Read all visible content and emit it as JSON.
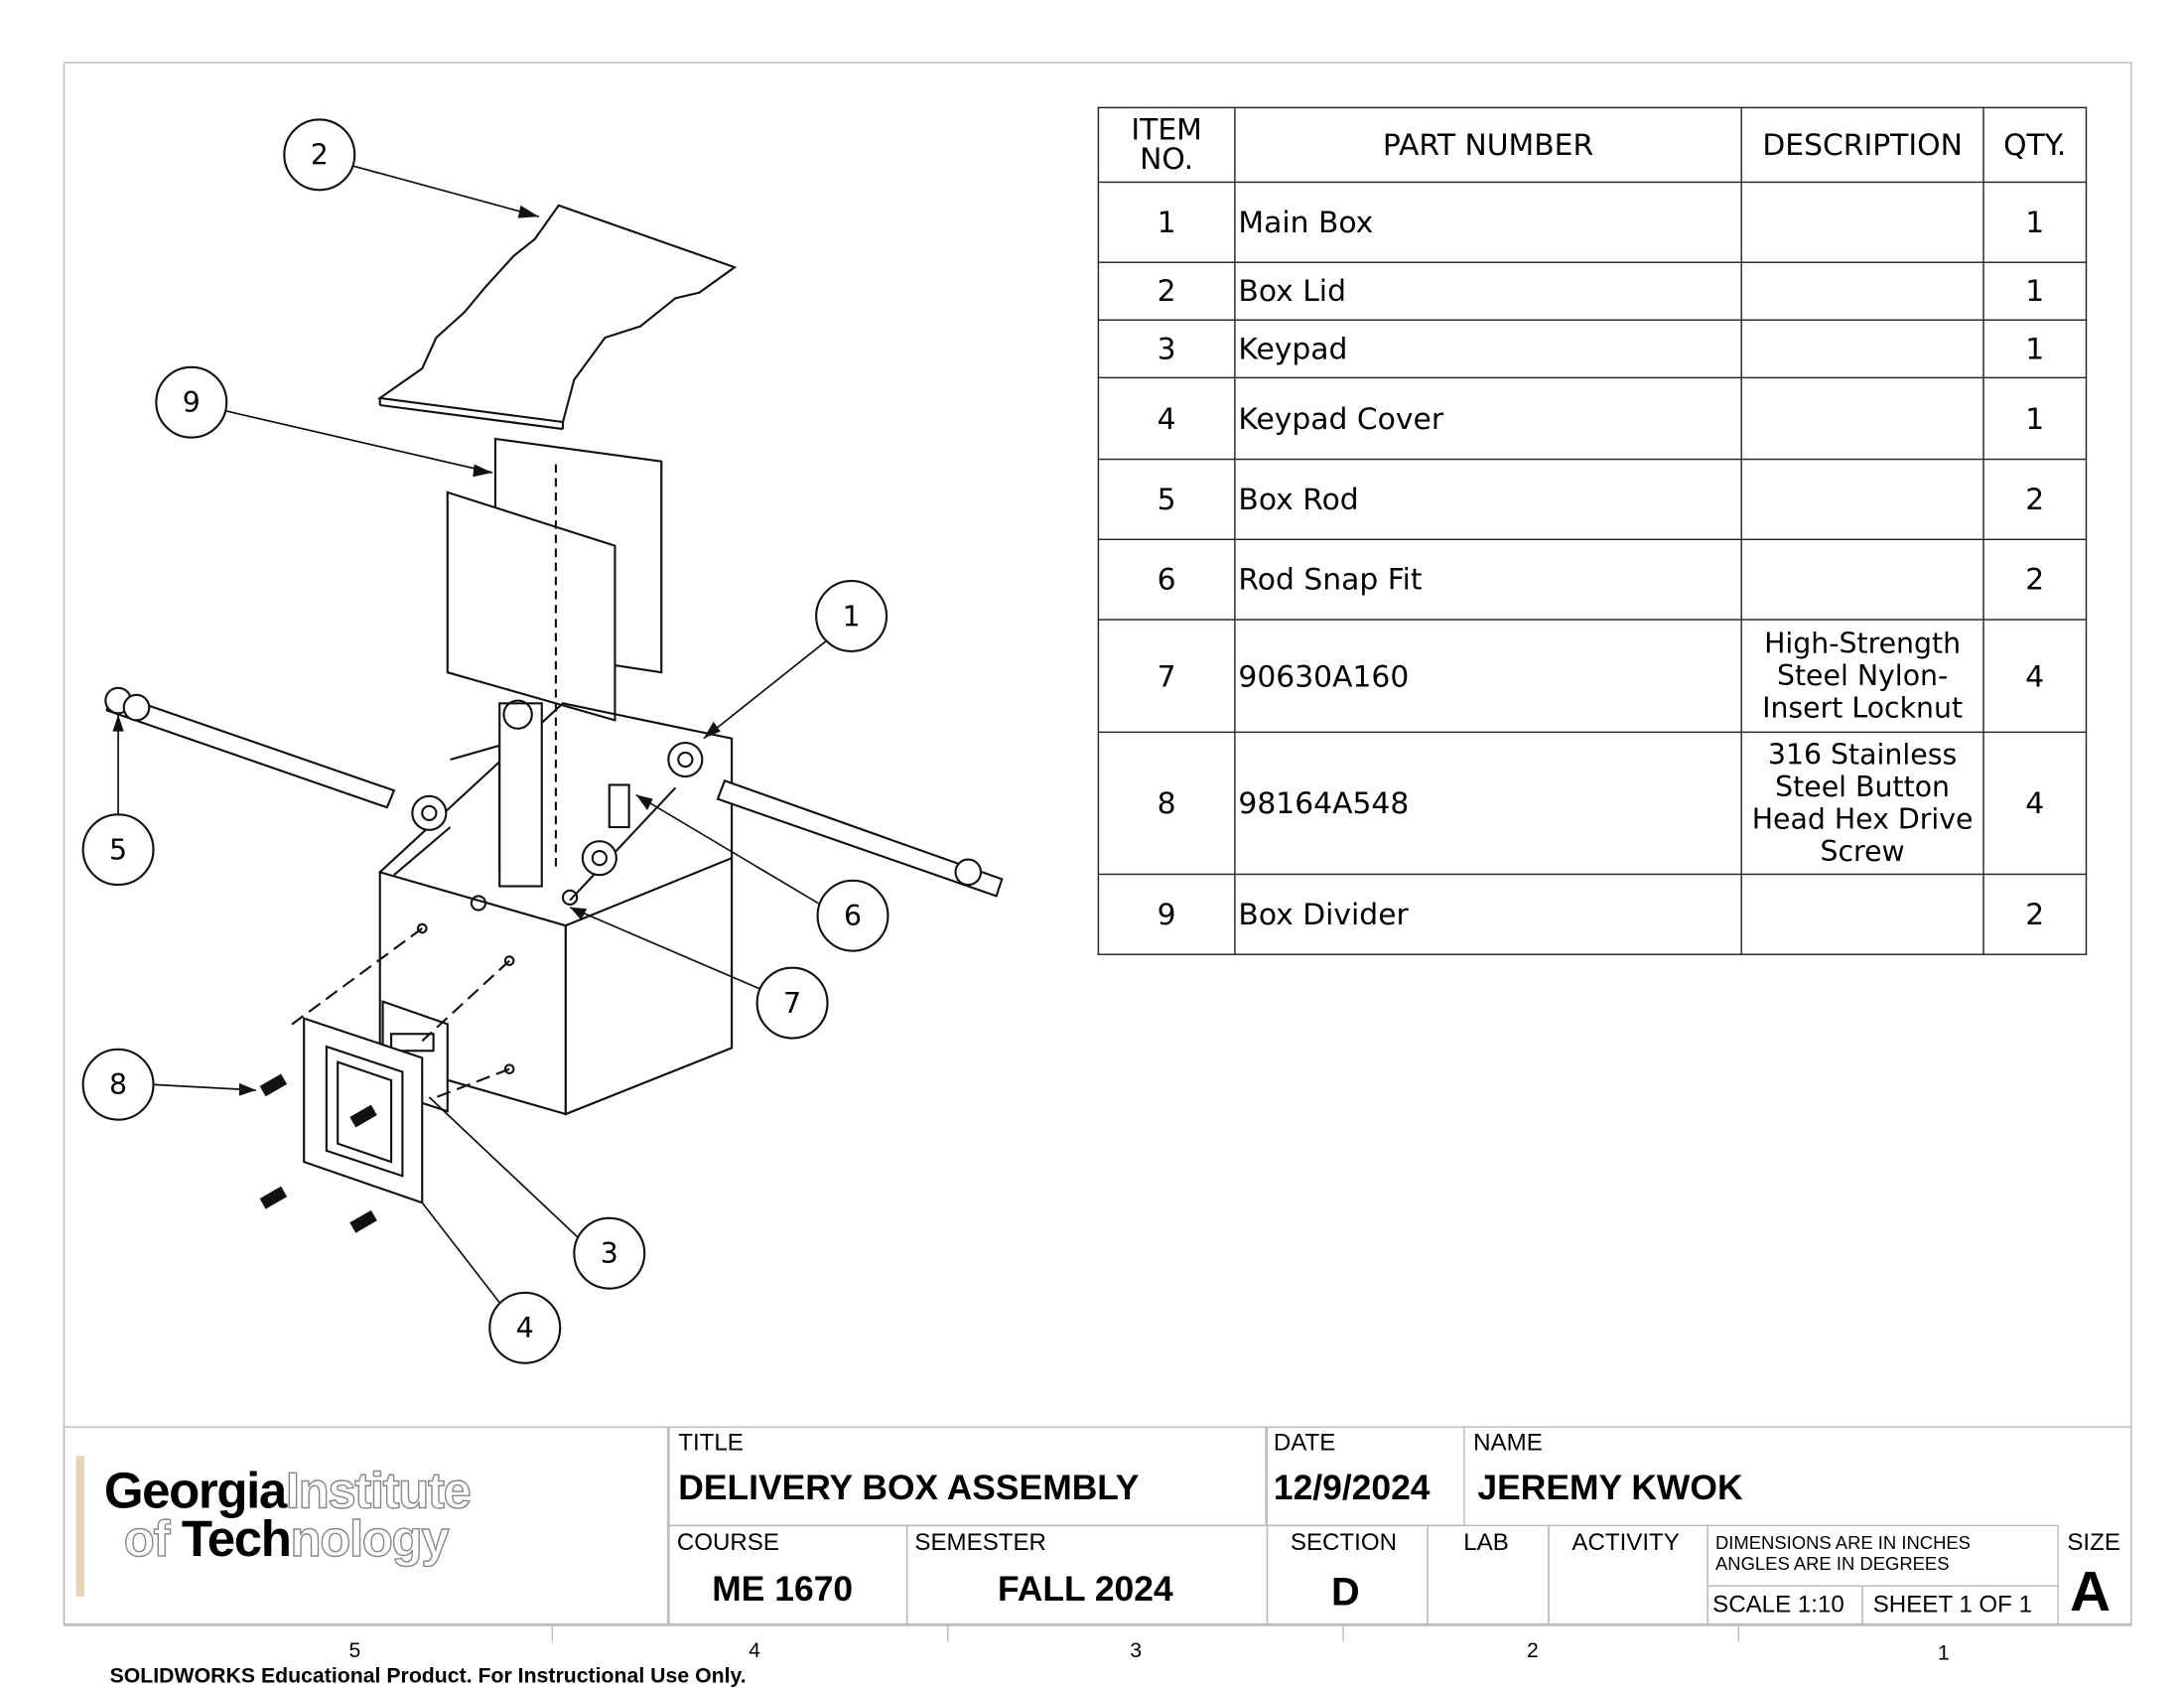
{
  "bom": {
    "headers": {
      "item_no": "ITEM NO.",
      "part_number": "PART NUMBER",
      "description": "DESCRIPTION",
      "qty": "QTY."
    },
    "rows": [
      {
        "item": "1",
        "part": "Main Box",
        "description": "",
        "qty": "1"
      },
      {
        "item": "2",
        "part": "Box Lid",
        "description": "",
        "qty": "1"
      },
      {
        "item": "3",
        "part": "Keypad",
        "description": "",
        "qty": "1"
      },
      {
        "item": "4",
        "part": "Keypad Cover",
        "description": "",
        "qty": "1"
      },
      {
        "item": "5",
        "part": "Box Rod",
        "description": "",
        "qty": "2"
      },
      {
        "item": "6",
        "part": "Rod Snap Fit",
        "description": "",
        "qty": "2"
      },
      {
        "item": "7",
        "part": "90630A160",
        "description": "High-Strength Steel Nylon-Insert Locknut",
        "qty": "4"
      },
      {
        "item": "8",
        "part": "98164A548",
        "description": "316 Stainless Steel Button Head Hex Drive Screw",
        "qty": "4"
      },
      {
        "item": "9",
        "part": "Box Divider",
        "description": "",
        "qty": "2"
      }
    ]
  },
  "balloons": [
    "2",
    "9",
    "1",
    "5",
    "6",
    "7",
    "8",
    "3",
    "4"
  ],
  "title_block": {
    "logo_text": "Georgia Institute of Technology",
    "title_label": "TITLE",
    "title": "DELIVERY BOX ASSEMBLY",
    "date_label": "DATE",
    "date": "12/9/2024",
    "name_label": "NAME",
    "name": "JEREMY KWOK",
    "course_label": "COURSE",
    "course": "ME 1670",
    "semester_label": "SEMESTER",
    "semester": "FALL 2024",
    "section_label": "SECTION",
    "section": "D",
    "lab_label": "LAB",
    "activity_label": "ACTIVITY",
    "units_line1": "DIMENSIONS ARE IN INCHES",
    "units_line2": "ANGLES ARE IN DEGREES",
    "scale": "SCALE 1:10",
    "sheet": "SHEET 1 OF 1",
    "size_label": "SIZE",
    "size": "A"
  },
  "zones": [
    "5",
    "4",
    "3",
    "2",
    "1"
  ],
  "footer": "SOLIDWORKS Educational Product. For Instructional Use Only."
}
